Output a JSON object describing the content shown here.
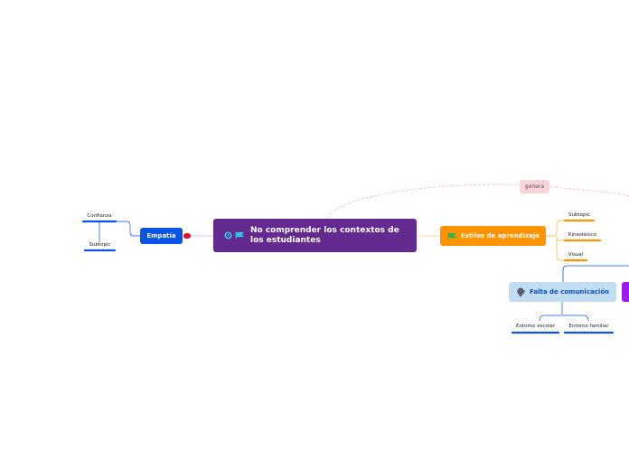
{
  "central_topic": {
    "label": "No comprender los contextos de los estudiantes",
    "line1": "No comprender los contextos de",
    "line2": "los estudiantes"
  },
  "left_branch": {
    "label": "Empatía",
    "subtopics": [
      "Confianza",
      "Subtopic"
    ]
  },
  "right_branch": {
    "label": "Estilos de aprendizaje",
    "subtopics": [
      "Subtopic",
      "Kinestésico",
      "Visual"
    ]
  },
  "relationship": {
    "label": "genera"
  },
  "lower_branch": {
    "label": "Falta de comunicación",
    "subtopics": [
      "Entorno escolar",
      "Entorno familiar"
    ]
  },
  "colors": {
    "central": "#652a8f",
    "empatia": "#0b54e8",
    "estilos": "#ff9400",
    "falta": "#c1ddf1",
    "edge_node": "#9d19f2",
    "relationship": "#fad4db"
  },
  "icons": [
    "target-icon",
    "flag-icon",
    "speaker-icon"
  ]
}
